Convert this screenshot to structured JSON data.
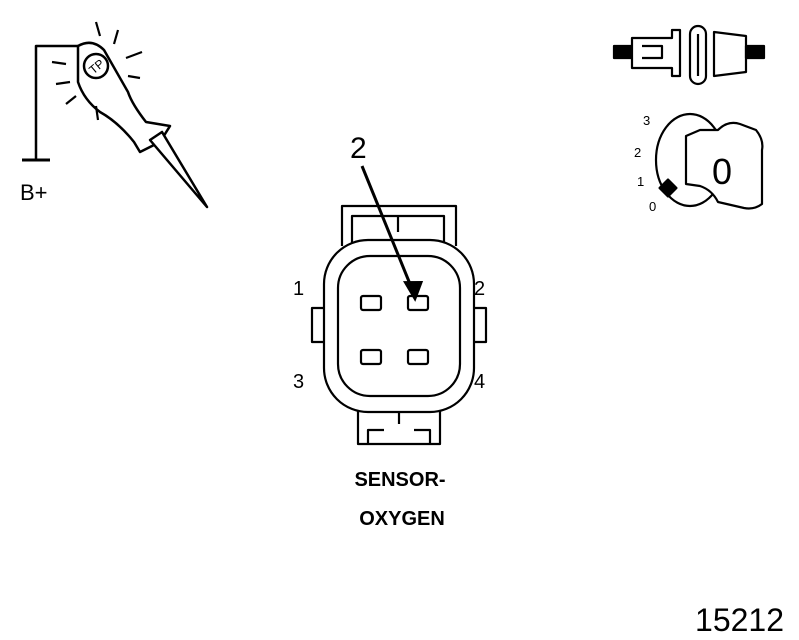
{
  "probe": {
    "supply_label": "B+",
    "badge_text": "TP"
  },
  "ignition": {
    "positions": [
      "3",
      "2",
      "1",
      "0"
    ],
    "key_position": "0"
  },
  "connector": {
    "pin_callout": "2",
    "pin_labels": [
      "1",
      "2",
      "3",
      "4"
    ],
    "name_line1": "SENSOR-",
    "name_line2": "OXYGEN"
  },
  "figure_number": "15212"
}
